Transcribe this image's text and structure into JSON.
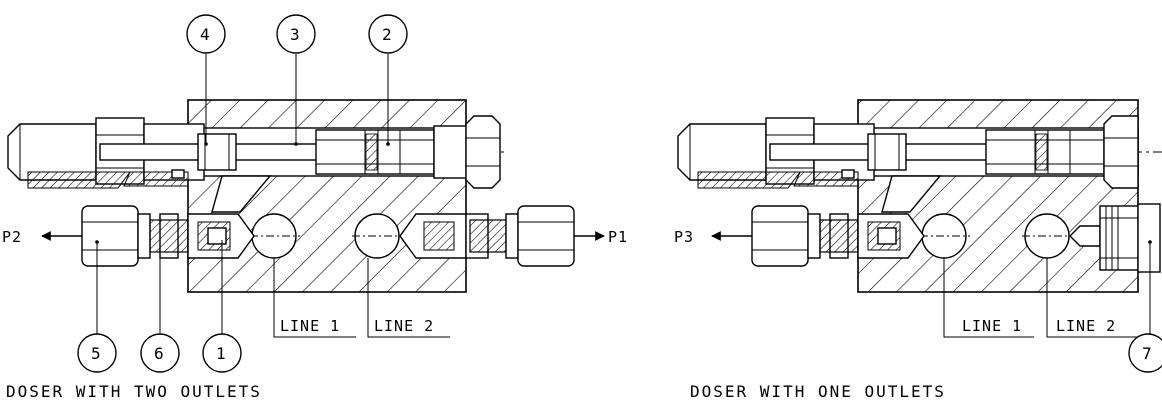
{
  "colors": {
    "line": "#000000",
    "background": "#ffffff"
  },
  "callouts": {
    "n1": "1",
    "n2": "2",
    "n3": "3",
    "n4": "4",
    "n5": "5",
    "n6": "6",
    "n7": "7"
  },
  "ports": {
    "p1": "P1",
    "p2": "P2",
    "p3": "P3"
  },
  "lines": {
    "line1": "LINE 1",
    "line2": "LINE 2"
  },
  "captions": {
    "left": "DOSER WITH TWO OUTLETS",
    "right": "DOSER WITH ONE OUTLETS"
  }
}
